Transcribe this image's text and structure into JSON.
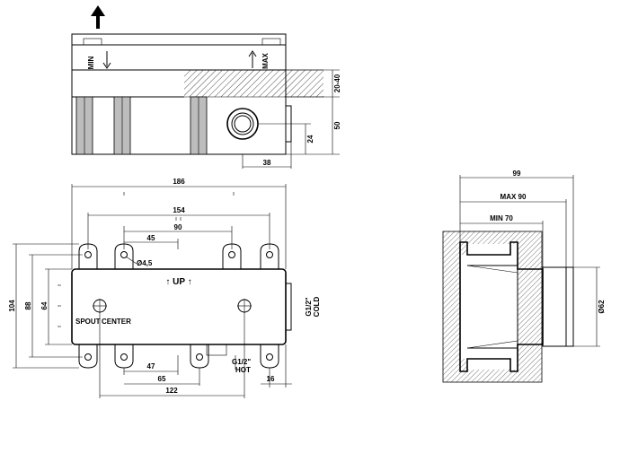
{
  "top_view": {
    "min_label": "MIN",
    "max_label": "MAX",
    "dim_20_40": "20-40",
    "dim_50": "50",
    "dim_24": "24",
    "dim_38": "38"
  },
  "front_view": {
    "dim_186": "186",
    "dim_154": "154",
    "dim_90": "90",
    "dim_45": "45",
    "dim_diam_45": "Ø4,5",
    "up_label": "↑ UP ↑",
    "spout_label": "SPOUT",
    "center_label": "CENTER",
    "dim_104": "104",
    "dim_88": "88",
    "dim_64": "64",
    "dim_47": "47",
    "dim_65": "65",
    "dim_122": "122",
    "cold_thread": "G1/2\"",
    "cold_label": "COLD",
    "hot_thread": "G1/2\"",
    "hot_label": "HOT",
    "dim_16": "16"
  },
  "side_view": {
    "dim_99": "99",
    "dim_max_90": "MAX 90",
    "dim_min_70": "MIN 70",
    "dim_diam_62": "Ø62"
  }
}
